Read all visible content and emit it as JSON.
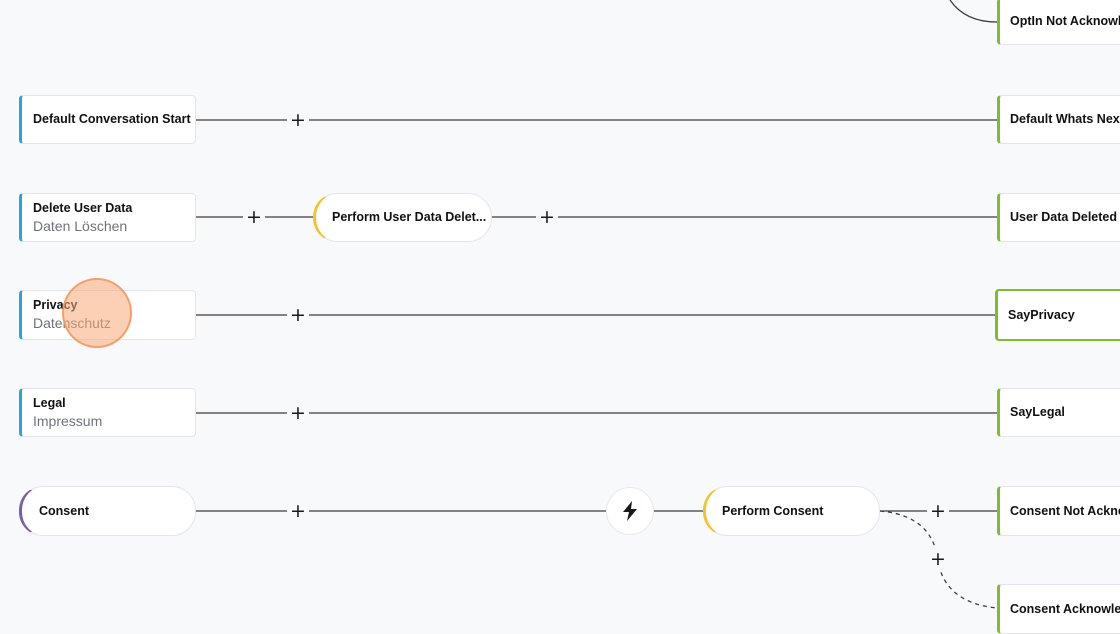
{
  "colors": {
    "intent": "#2aa3d8",
    "say": "#7dbd2e",
    "action": "#f2c230",
    "consent": "#7a5fa8",
    "cursor": "#f5a066"
  },
  "rows": {
    "optin": {
      "say_label": "OptIn Not Acknowle"
    },
    "conversation_start": {
      "intent_title": "Default Conversation Start",
      "say_label": "Default Whats Next"
    },
    "delete_user_data": {
      "intent_title": "Delete User Data",
      "intent_subtitle": "Daten Löschen",
      "action_label": "Perform User Data Delet...",
      "say_label": "User Data Deleted"
    },
    "privacy": {
      "intent_title": "Privacy",
      "intent_subtitle": "Datenschutz",
      "say_label": "SayPrivacy"
    },
    "legal": {
      "intent_title": "Legal",
      "intent_subtitle": "Impressum",
      "say_label": "SayLegal"
    },
    "consent": {
      "trigger_label": "Consent",
      "trigger_icon": "lightning-icon",
      "action_label": "Perform Consent",
      "say_not_ack": "Consent Not Ackno",
      "say_ack": "Consent Acknowled"
    }
  },
  "icons": {
    "add": "+",
    "add_name": "plus-icon"
  }
}
